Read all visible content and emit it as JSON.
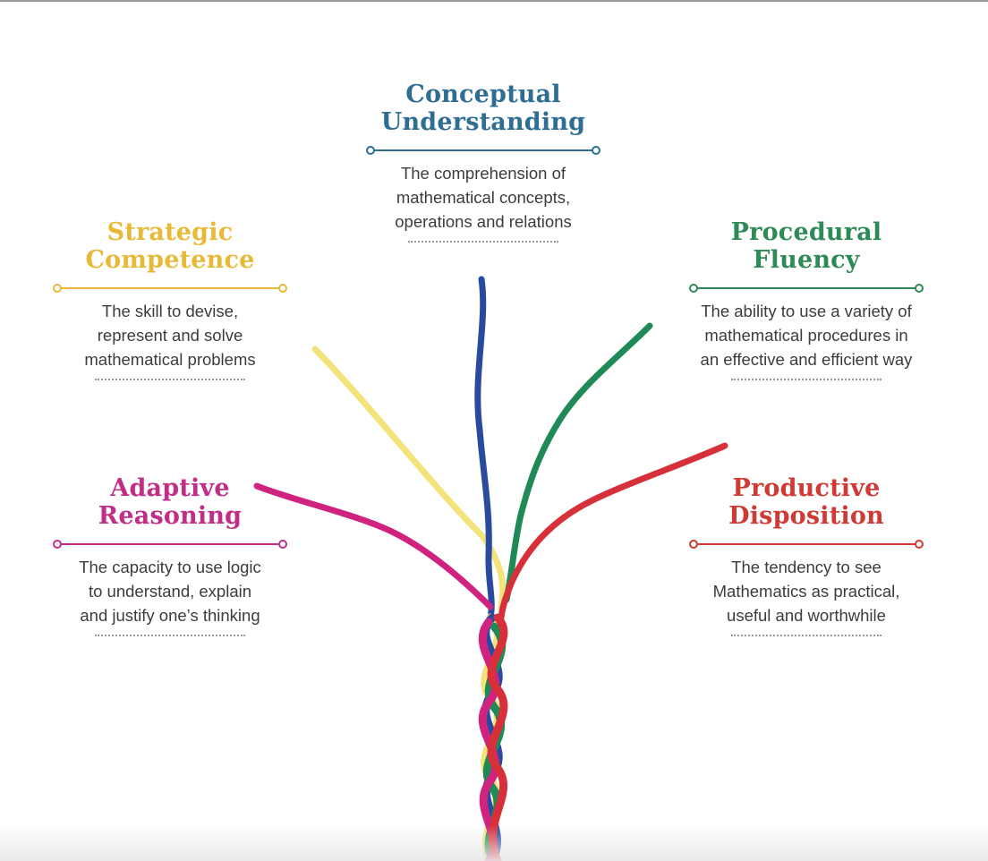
{
  "colors": {
    "conceptual": "#2f6e92",
    "strategic": "#e8b937",
    "procedural": "#2e8a57",
    "adaptive": "#c02e87",
    "productive": "#cf3a34",
    "yarn_blue": "#2a4aa0",
    "yarn_yellow": "#f2e37a",
    "yarn_green": "#1f8a55",
    "yarn_magenta": "#d0237f",
    "yarn_red": "#d8303a"
  },
  "strands": {
    "conceptual": {
      "title_line1": "Conceptual",
      "title_line2": "Understanding",
      "desc_line1": "The comprehension of",
      "desc_line2": "mathematical concepts,",
      "desc_line3": "operations and relations"
    },
    "strategic": {
      "title_line1": "Strategic",
      "title_line2": "Competence",
      "desc_line1": "The skill to devise,",
      "desc_line2": "represent and solve",
      "desc_line3": "mathematical problems"
    },
    "procedural": {
      "title_line1": "Procedural",
      "title_line2": "Fluency",
      "desc_line1": "The ability to use a variety of",
      "desc_line2": "mathematical procedures in",
      "desc_line3": "an effective and efficient way"
    },
    "adaptive": {
      "title_line1": "Adaptive",
      "title_line2": "Reasoning",
      "desc_line1": "The capacity to use logic",
      "desc_line2": "to understand, explain",
      "desc_line3": "and justify one’s thinking"
    },
    "productive": {
      "title_line1": "Productive",
      "title_line2": "Disposition",
      "desc_line1": "The tendency to see",
      "desc_line2": "Mathematics as practical,",
      "desc_line3": "useful and worthwhile"
    }
  }
}
